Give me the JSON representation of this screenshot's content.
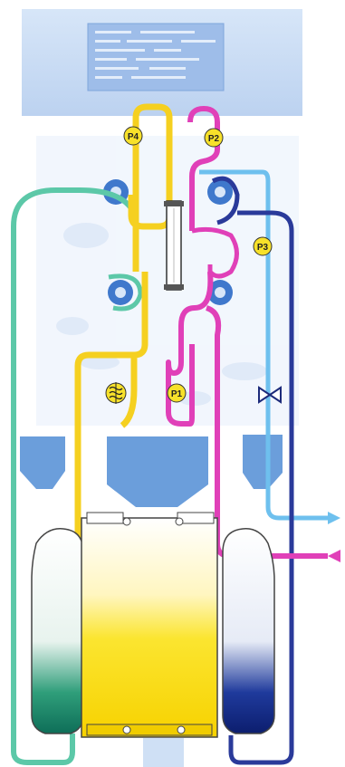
{
  "pump_labels": {
    "p4": "P4",
    "p2": "P2",
    "p3": "P3",
    "p1": "P1"
  },
  "colors": {
    "yellow": "#f5d020",
    "magenta": "#e040b8",
    "teal": "#5cc8a8",
    "navy": "#2a3a9a",
    "light_blue": "#6ec0ee",
    "panel": "#c9dcf3",
    "screen": "#8fb4e6"
  },
  "icons": [
    "heater-icon",
    "valve-icon",
    "arrow-right-icon",
    "arrow-left-icon"
  ]
}
